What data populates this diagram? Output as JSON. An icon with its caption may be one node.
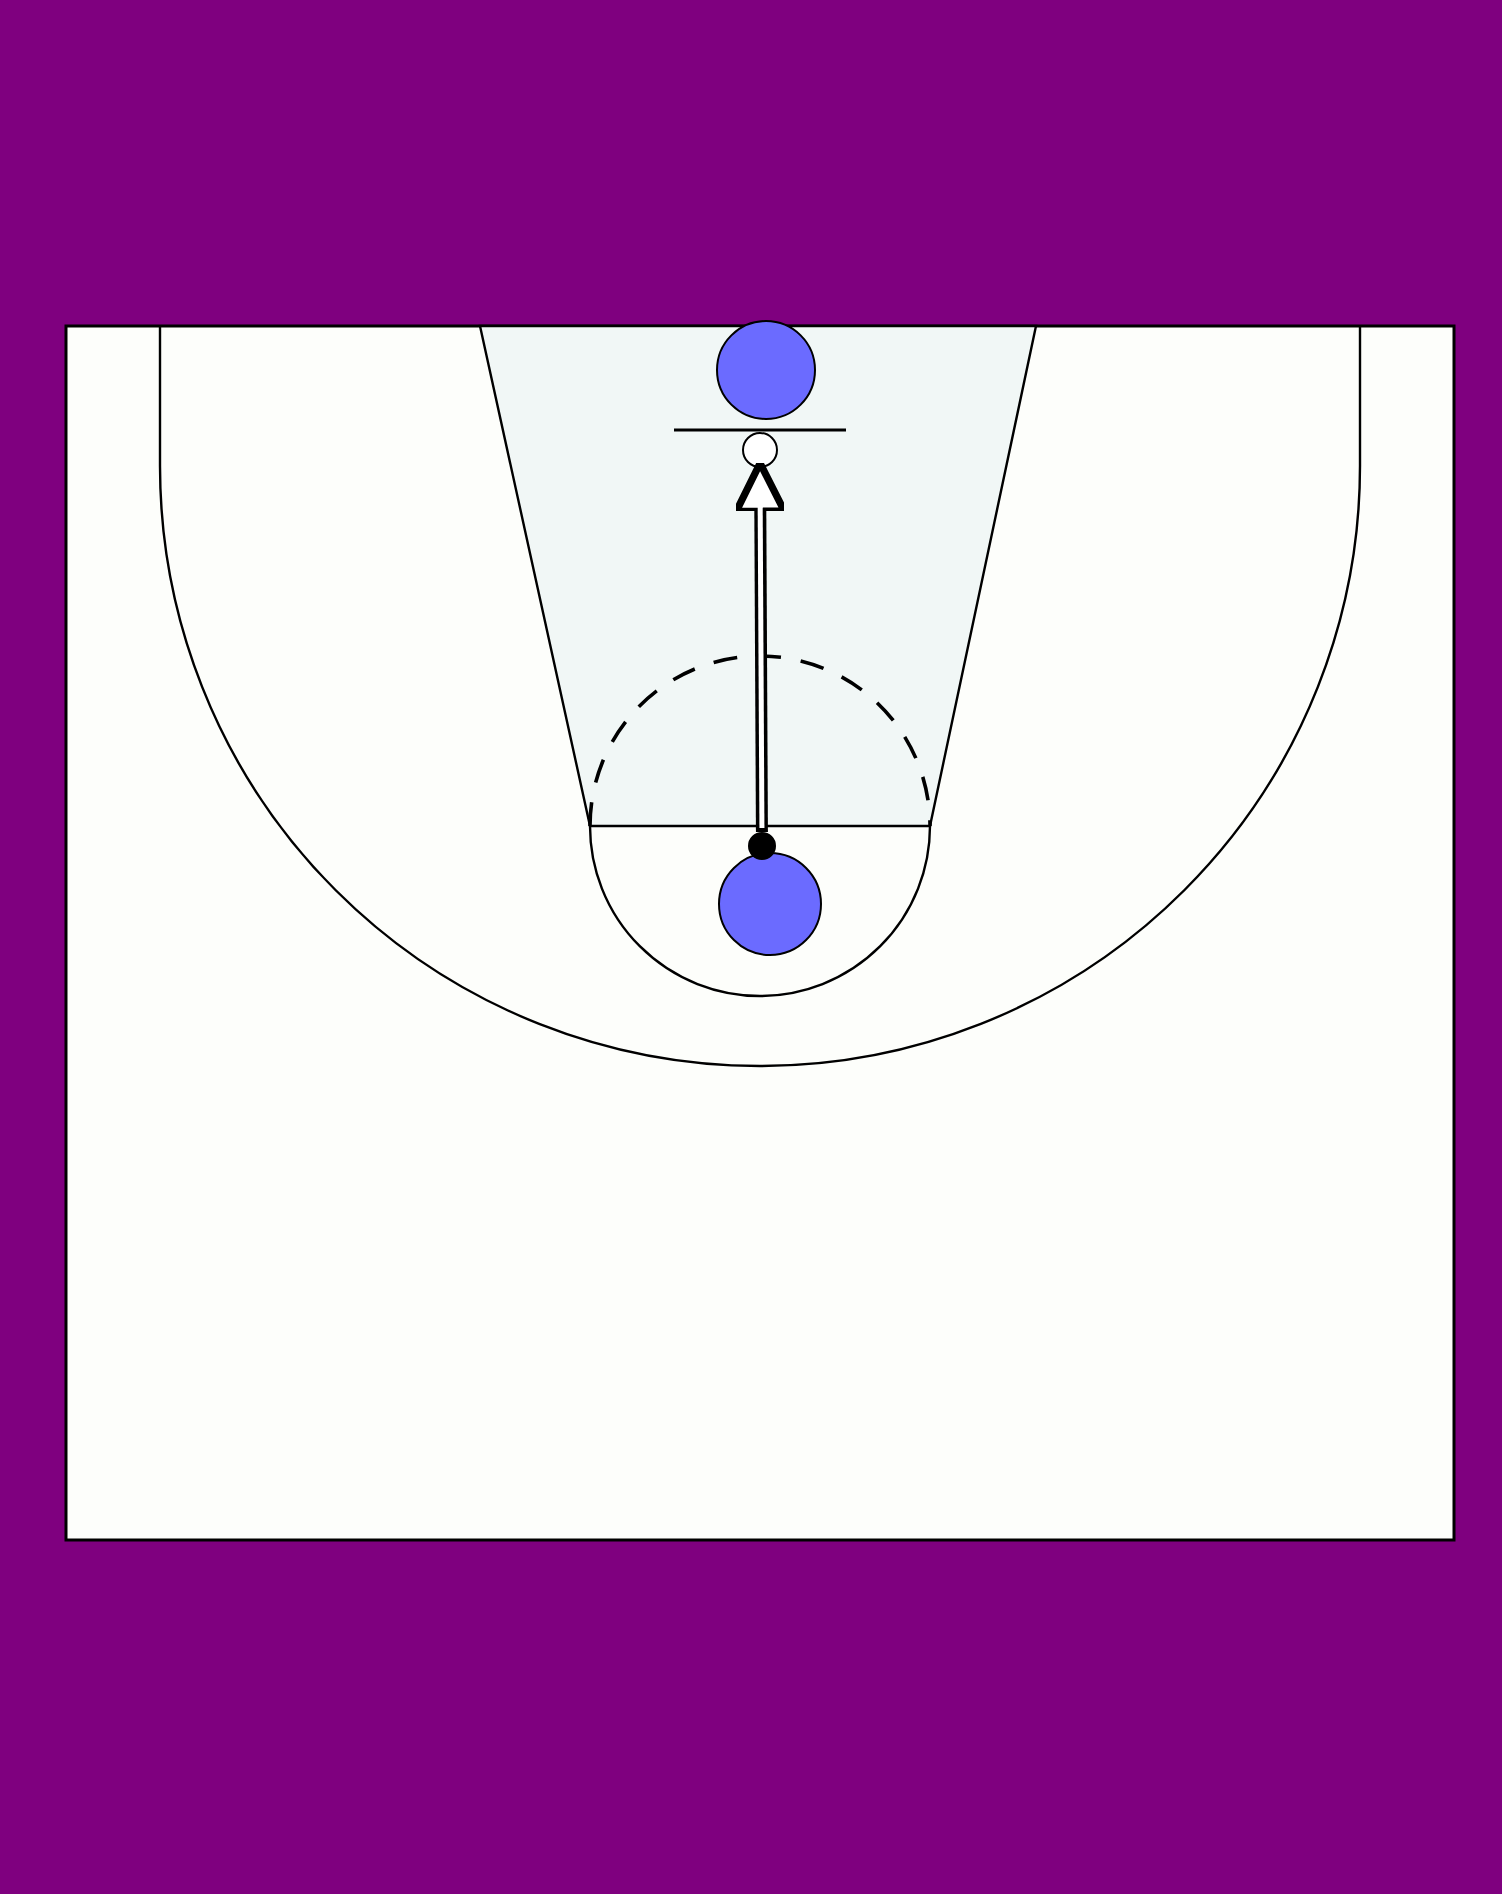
{
  "diagram": {
    "nodes": [
      {
        "text": [],
        "shape": "circle"
      },
      {
        "text": [],
        "shape": "circle"
      },
      {
        "text": [],
        "shape": "circle"
      },
      {
        "text": [],
        "shape": "circle"
      }
    ],
    "edges": [
      {
        "from": 3,
        "to": 1,
        "arrow": "to"
      }
    ]
  }
}
